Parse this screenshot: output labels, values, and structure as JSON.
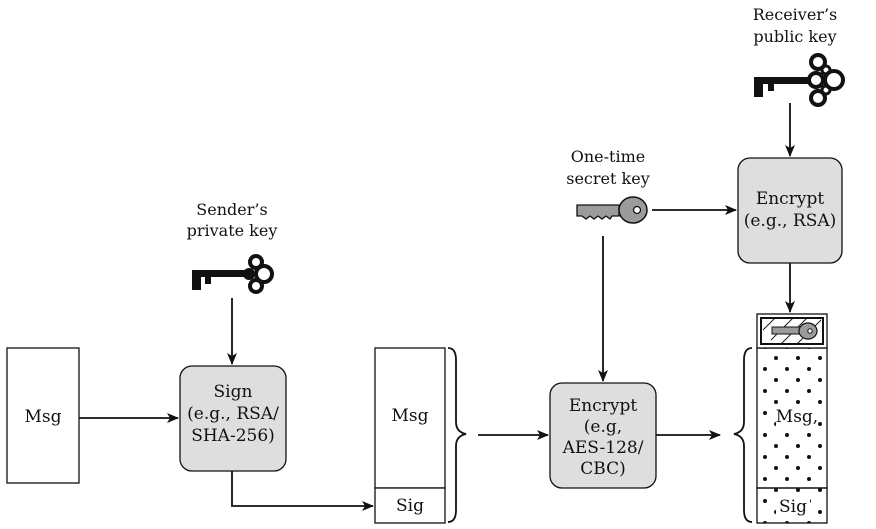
{
  "labels": {
    "sender_key": [
      "Sender’s",
      "private key"
    ],
    "onetime_key": [
      "One-time",
      "secret key"
    ],
    "receiver_key": [
      "Receiver’s",
      "public key"
    ]
  },
  "boxes": {
    "msg_input": "Msg",
    "sign": [
      "Sign",
      "(e.g., RSA/",
      "SHA-256)"
    ],
    "signed_msg": "Msg",
    "signed_sig": "Sig",
    "encrypt_sym": [
      "Encrypt",
      "(e.g,",
      "AES-128/",
      "CBC)"
    ],
    "encrypt_asym": [
      "Encrypt",
      "(e.g., RSA)"
    ],
    "cipher_msg": "Msg,",
    "cipher_sig": "Sig"
  },
  "icons": [
    "sender-private-key-icon",
    "onetime-secret-key-icon",
    "receiver-public-key-icon",
    "encrypted-key-icon"
  ]
}
